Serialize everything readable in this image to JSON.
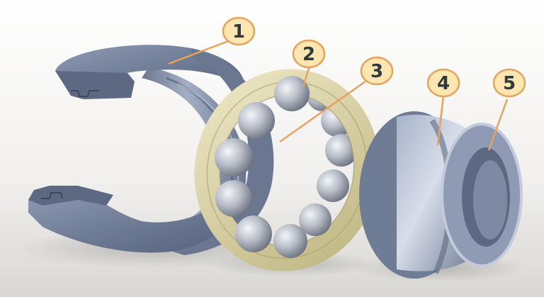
{
  "callouts": [
    {
      "id": "1",
      "label": "1"
    },
    {
      "id": "2",
      "label": "2"
    },
    {
      "id": "3",
      "label": "3"
    },
    {
      "id": "4",
      "label": "4"
    },
    {
      "id": "5",
      "label": "5"
    }
  ],
  "colors": {
    "background_top": "#ffffff",
    "background_bottom": "#dcdad7",
    "steel_dark": "#4f5a6e",
    "steel_mid": "#7d8aa3",
    "steel_light": "#c9d0df",
    "cage": "#d7cf9f",
    "ball": "#b9bec7",
    "callout_fill": "#fde6b2",
    "callout_stroke": "#e3a45c",
    "leader": "#e9a25d"
  }
}
